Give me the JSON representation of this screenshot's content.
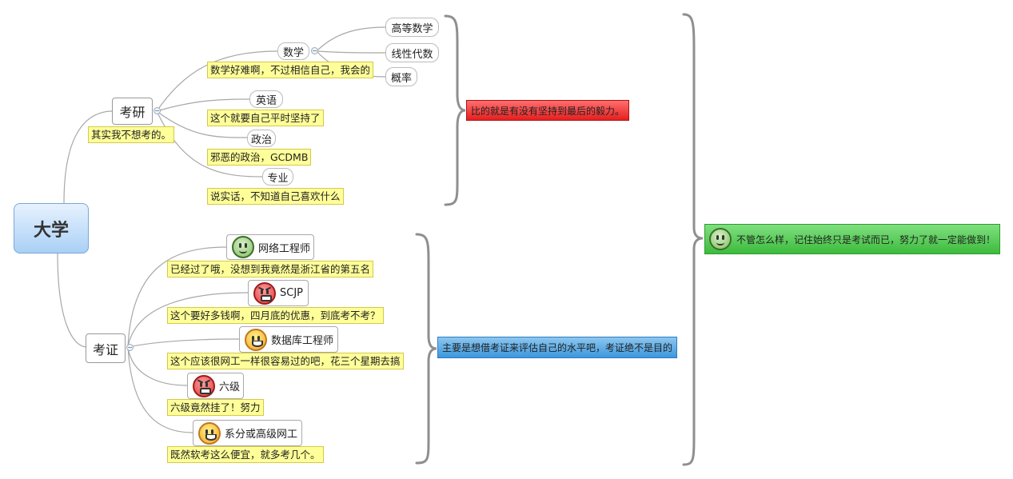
{
  "root": {
    "label": "大学"
  },
  "branches": {
    "kaoyan": {
      "label": "考研",
      "note": "其实我不想考的。",
      "math": {
        "label": "数学",
        "note": "数学好难啊，不过相信自己，我会的",
        "subs": [
          "高等数学",
          "线性代数",
          "概率"
        ]
      },
      "english": {
        "label": "英语",
        "note": "这个就要自己平时坚持了"
      },
      "politics": {
        "label": "政治",
        "note": "邪恶的政治，GCDMB"
      },
      "major": {
        "label": "专业",
        "note": "说实话，不知道自己喜欢什么"
      },
      "summary": "比的就是有没有坚持到最后的毅力。"
    },
    "kaozheng": {
      "label": "考证",
      "items": [
        {
          "label": "网络工程师",
          "icon": "smile-face-icon",
          "note": "已经过了哦，没想到我竟然是浙江省的第五名"
        },
        {
          "label": "SCJP",
          "icon": "angry-face-icon",
          "note": "这个要好多钱啊，四月底的优惠，到底考不考？"
        },
        {
          "label": "数据库工程师",
          "icon": "grin-face-icon",
          "note": "这个应该很网工一样很容易过的吧，花三个星期去搞"
        },
        {
          "label": "六级",
          "icon": "angry-face-icon",
          "note": "六级竟然挂了！努力"
        },
        {
          "label": "系分或高级网工",
          "icon": "grin-face-icon",
          "note": "既然软考这么便宜，就多考几个。"
        }
      ],
      "summary": "主要是想借考证来评估自己的水平吧，考证绝不是目的"
    }
  },
  "overall_summary": {
    "icon": "smile-face-icon",
    "text": "不管怎么样，记住始终只是考试而已，努力了就一定能做到！"
  },
  "colors": {
    "red_summary": "#e51f1f",
    "blue_summary": "#3c97dc",
    "green_summary": "#3dbb3d",
    "note_bg": "#ffff99"
  }
}
